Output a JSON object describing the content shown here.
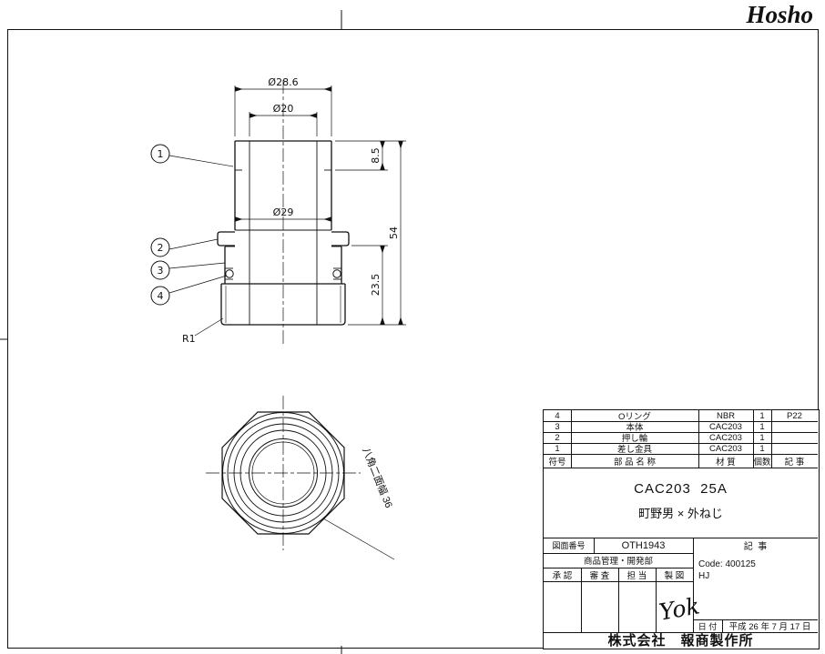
{
  "logo": "Hosho",
  "drawing": {
    "dim_d286": "Ø28.6",
    "dim_d20": "Ø20",
    "dim_d29": "Ø29",
    "dim_85": "8.5",
    "dim_54": "54",
    "dim_235": "23.5",
    "dim_r1": "R1",
    "hex_width_label": "八角二面幅 36",
    "balloons": [
      "1",
      "2",
      "3",
      "4"
    ]
  },
  "title_block": {
    "parts": [
      {
        "no": "4",
        "name": "Oリング",
        "material": "NBR",
        "qty": "1",
        "note": "P22"
      },
      {
        "no": "3",
        "name": "本体",
        "material": "CAC203",
        "qty": "1",
        "note": ""
      },
      {
        "no": "2",
        "name": "押し輪",
        "material": "CAC203",
        "qty": "1",
        "note": ""
      },
      {
        "no": "1",
        "name": "差し金具",
        "material": "CAC203",
        "qty": "1",
        "note": ""
      }
    ],
    "parts_header": {
      "no": "符号",
      "name": "部 品 名 称",
      "material": "材 質",
      "qty": "個数",
      "note": "記 事"
    },
    "product_code": "CAC203  25A",
    "product_desc": "町野男 × 外ねじ",
    "drawing_no_label": "図面番号",
    "drawing_no": "OTH1943",
    "notes_header": "記  事",
    "department": "商品管理・開発部",
    "code_value": "Code: 400125",
    "code_value2": "HJ",
    "approvals": [
      "承 認",
      "審 査",
      "担 当",
      "製 図"
    ],
    "signature": "Yok",
    "date_label": "日 付",
    "date_value": "平成 26 年 7 月 17 日",
    "company": "株式会社　報商製作所"
  }
}
